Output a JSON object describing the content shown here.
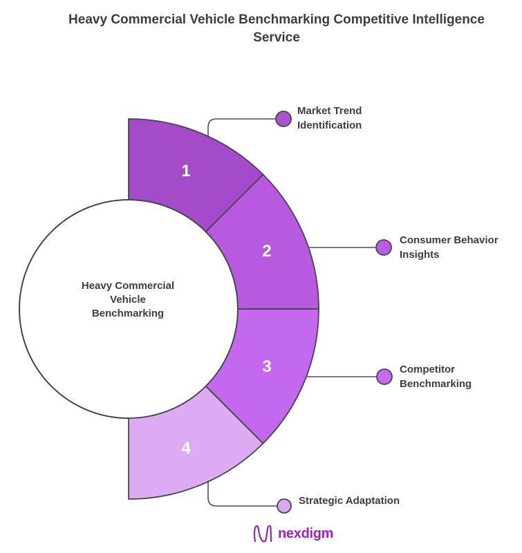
{
  "title": "Heavy Commercial Vehicle Benchmarking Competitive Intelligence\nService",
  "center_label": "Heavy Commercial\nVehicle\nBenchmarking",
  "segments": [
    {
      "number": "1",
      "label": "Market Trend\nIdentification",
      "color": "#a34bc9",
      "bullet_color": "#a854cf"
    },
    {
      "number": "2",
      "label": "Consumer Behavior\nInsights",
      "color": "#b85ae0",
      "bullet_color": "#bb5ce8"
    },
    {
      "number": "3",
      "label": "Competitor\nBenchmarking",
      "color": "#c468ef",
      "bullet_color": "#c56cee"
    },
    {
      "number": "4",
      "label": "Strategic Adaptation",
      "color": "#dcabf2",
      "bullet_color": "#d9a6f2"
    }
  ],
  "colors": {
    "segment_stroke": "#48424e",
    "callout_line": "#4d4d4d",
    "text": "#3d3d3d",
    "brand_purple": "#a01ec8"
  },
  "footer": {
    "brand": "nexdigm"
  }
}
